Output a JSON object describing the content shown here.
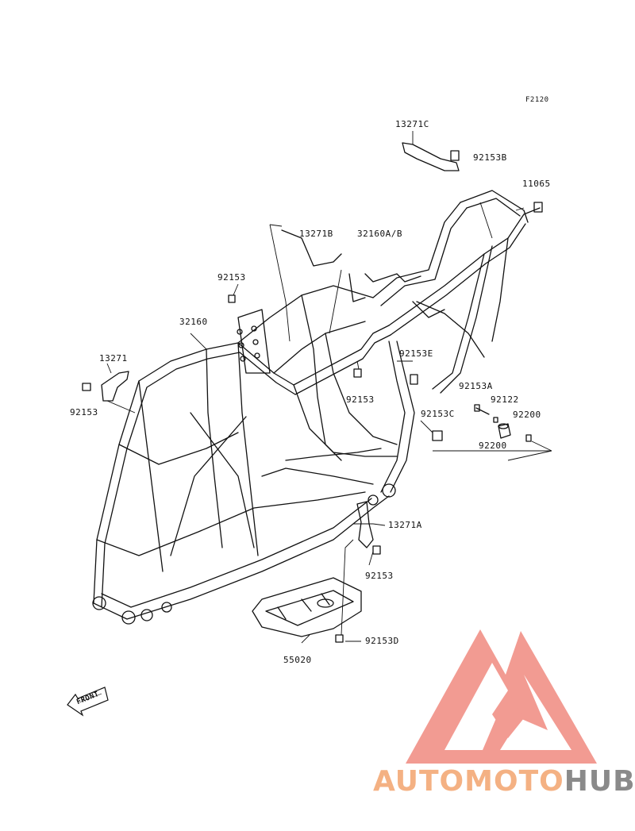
{
  "diagram": {
    "code": "F2120",
    "parts": [
      {
        "id": "p-13271c",
        "label": "13271C"
      },
      {
        "id": "p-92153b",
        "label": "92153B"
      },
      {
        "id": "p-11065",
        "label": "11065"
      },
      {
        "id": "p-13271b",
        "label": "13271B"
      },
      {
        "id": "p-32160ab",
        "label": "32160A/B"
      },
      {
        "id": "p-92153-top",
        "label": "92153"
      },
      {
        "id": "p-32160",
        "label": "32160"
      },
      {
        "id": "p-13271",
        "label": "13271"
      },
      {
        "id": "p-92153-left",
        "label": "92153"
      },
      {
        "id": "p-92153e",
        "label": "92153E"
      },
      {
        "id": "p-92153-mid",
        "label": "92153"
      },
      {
        "id": "p-92153a",
        "label": "92153A"
      },
      {
        "id": "p-92122",
        "label": "92122"
      },
      {
        "id": "p-92153c",
        "label": "92153C"
      },
      {
        "id": "p-92200-right",
        "label": "92200"
      },
      {
        "id": "p-92200-low",
        "label": "92200"
      },
      {
        "id": "p-13271a",
        "label": "13271A"
      },
      {
        "id": "p-92153-low",
        "label": "92153"
      },
      {
        "id": "p-92153d",
        "label": "92153D"
      },
      {
        "id": "p-55020",
        "label": "55020"
      }
    ],
    "front_marker": "FRONT"
  },
  "watermark": {
    "part1": "AUTOMOTO",
    "part2": "HUB",
    "colors": {
      "triangle": "#f08a80",
      "text_a": "#f4b183",
      "text_b": "#8a8a8a"
    }
  }
}
